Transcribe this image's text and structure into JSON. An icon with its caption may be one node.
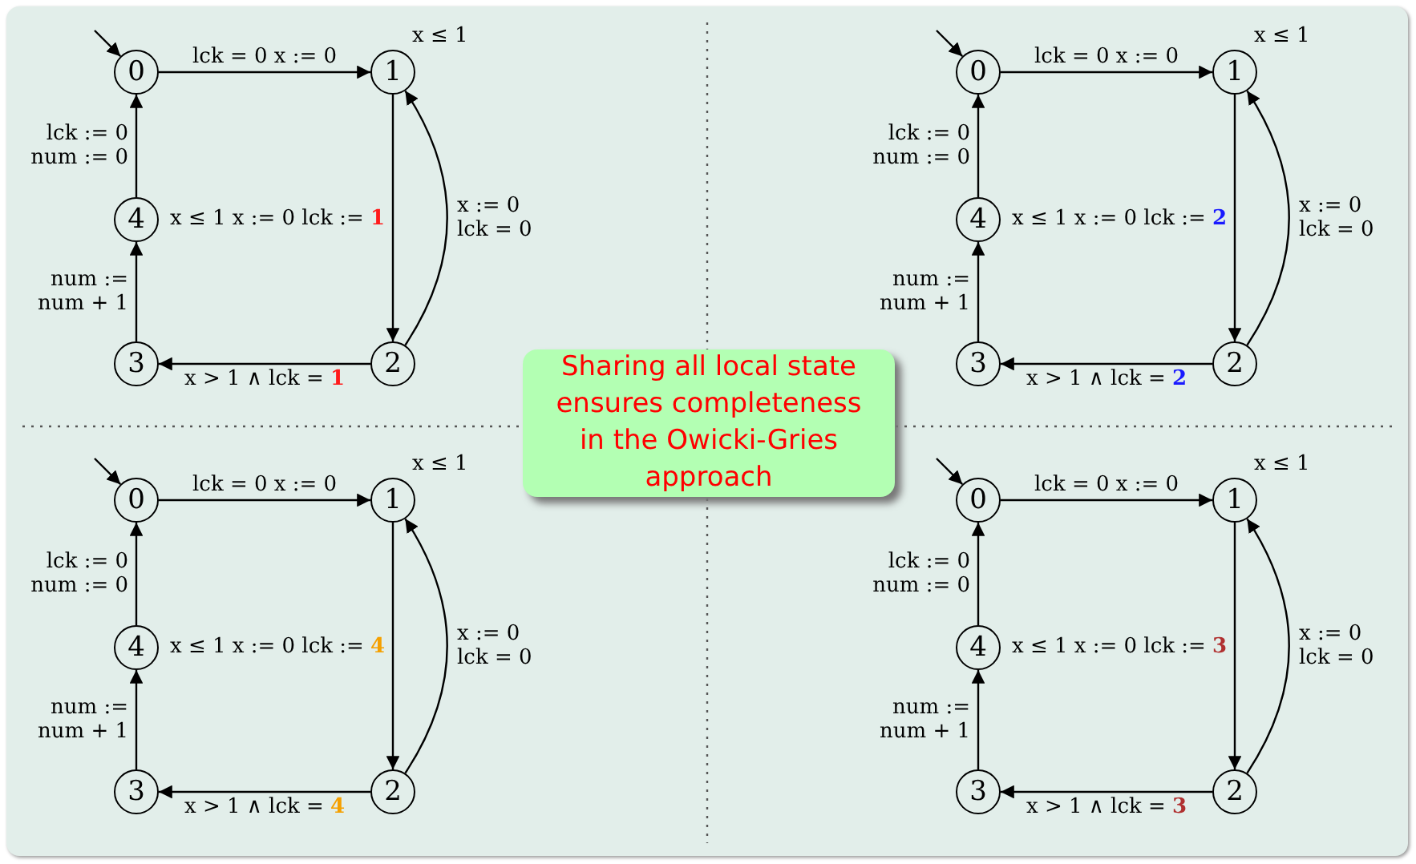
{
  "diagram": {
    "nodes": [
      {
        "text": [
          "0"
        ]
      },
      {
        "text": [
          "1"
        ],
        "beside": [
          "x ≤ 1"
        ]
      },
      {
        "text": [
          "2"
        ]
      },
      {
        "text": [
          "3"
        ]
      },
      {
        "text": [
          "4"
        ]
      },
      {
        "text": [
          "0"
        ]
      },
      {
        "text": [
          "1"
        ],
        "beside": [
          "x ≤ 1"
        ]
      },
      {
        "text": [
          "2"
        ]
      },
      {
        "text": [
          "3"
        ]
      },
      {
        "text": [
          "4"
        ]
      },
      {
        "text": [
          "0"
        ]
      },
      {
        "text": [
          "1"
        ],
        "beside": [
          "x ≤ 1"
        ]
      },
      {
        "text": [
          "2"
        ]
      },
      {
        "text": [
          "3"
        ]
      },
      {
        "text": [
          "4"
        ]
      },
      {
        "text": [
          "0"
        ]
      },
      {
        "text": [
          "1"
        ],
        "beside": [
          "x ≤ 1"
        ]
      },
      {
        "text": [
          "2"
        ]
      },
      {
        "text": [
          "3"
        ]
      },
      {
        "text": [
          "4"
        ]
      },
      {
        "text": [
          "Sharing all local state ensures completeness in the Owicki-Gries approach"
        ]
      }
    ],
    "edges": [
      {
        "from": null,
        "to": 0,
        "arrow": "to"
      },
      {
        "from": 0,
        "to": 1,
        "arrow": "to",
        "label": "lck = 0 x := 0"
      },
      {
        "from": 1,
        "to": 2,
        "arrow": "to",
        "label": "x ≤ 1 x := 0 lck := **1**"
      },
      {
        "from": 2,
        "to": 1,
        "arrow": "to",
        "label": "x := 0 lck = 0"
      },
      {
        "from": 2,
        "to": 3,
        "arrow": "to",
        "label": "x > 1 ∧ lck = **1**"
      },
      {
        "from": 3,
        "to": 4,
        "arrow": "to",
        "label": "num := num + 1"
      },
      {
        "from": 4,
        "to": 0,
        "arrow": "to",
        "label": "lck := 0 num := 0"
      },
      {
        "from": null,
        "to": 5,
        "arrow": "to"
      },
      {
        "from": 5,
        "to": 6,
        "arrow": "to",
        "label": "lck = 0 x := 0"
      },
      {
        "from": 6,
        "to": 7,
        "arrow": "to",
        "label": "x ≤ 1 x := 0 lck := **2**"
      },
      {
        "from": 7,
        "to": 6,
        "arrow": "to",
        "label": "x := 0 lck = 0"
      },
      {
        "from": 7,
        "to": 8,
        "arrow": "to",
        "label": "x > 1 ∧ lck = **2**"
      },
      {
        "from": 8,
        "to": 9,
        "arrow": "to",
        "label": "num := num + 1"
      },
      {
        "from": 9,
        "to": 5,
        "arrow": "to",
        "label": "lck := 0 num := 0"
      },
      {
        "from": null,
        "to": 10,
        "arrow": "to"
      },
      {
        "from": 10,
        "to": 11,
        "arrow": "to",
        "label": "lck = 0 x := 0"
      },
      {
        "from": 11,
        "to": 12,
        "arrow": "to",
        "label": "x ≤ 1 x := 0 lck := **4**"
      },
      {
        "from": 12,
        "to": 11,
        "arrow": "to",
        "label": "x := 0 lck = 0"
      },
      {
        "from": 12,
        "to": 13,
        "arrow": "to",
        "label": "x > 1 ∧ lck = **4**"
      },
      {
        "from": 13,
        "to": 14,
        "arrow": "to",
        "label": "num := num + 1"
      },
      {
        "from": 14,
        "to": 10,
        "arrow": "to",
        "label": "lck := 0 num := 0"
      },
      {
        "from": null,
        "to": 15,
        "arrow": "to"
      },
      {
        "from": 15,
        "to": 16,
        "arrow": "to",
        "label": "lck = 0 x := 0"
      },
      {
        "from": 16,
        "to": 17,
        "arrow": "to",
        "label": "x ≤ 1 x := 0 lck := **3**"
      },
      {
        "from": 17,
        "to": 16,
        "arrow": "to",
        "label": "x := 0 lck = 0"
      },
      {
        "from": 17,
        "to": 18,
        "arrow": "to",
        "label": "x > 1 ∧ lck = **3**"
      },
      {
        "from": 18,
        "to": 19,
        "arrow": "to",
        "label": "num := num + 1"
      },
      {
        "from": 19,
        "to": 15,
        "arrow": "to",
        "label": "lck := 0 num := 0"
      }
    ]
  }
}
